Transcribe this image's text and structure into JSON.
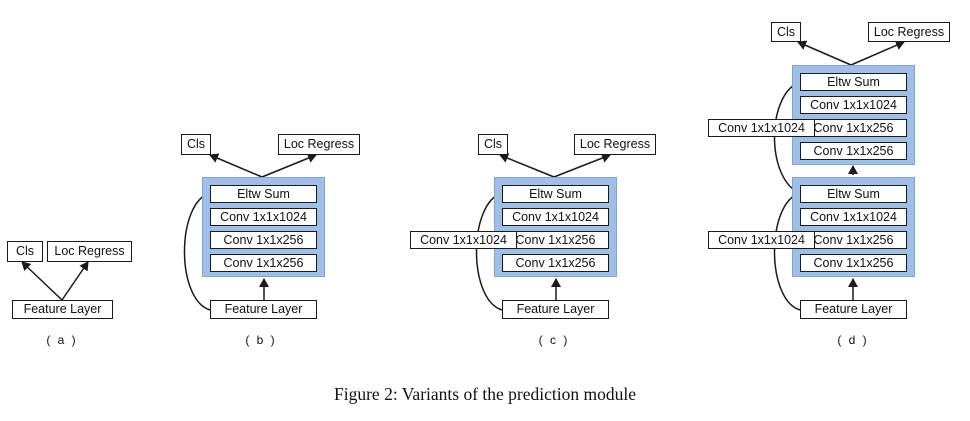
{
  "labels": {
    "cls": "Cls",
    "loc_regress": "Loc Regress",
    "feature_layer": "Feature Layer",
    "eltw_sum": "Eltw Sum",
    "conv_1024": "Conv 1x1x1024",
    "conv_256": "Conv 1x1x256"
  },
  "subfigures": [
    "( a )",
    "( b )",
    "( c )",
    "( d )"
  ],
  "caption": "Figure 2: Variants of the prediction module",
  "colors": {
    "block_fill": "#9fbfe6",
    "stroke": "#1a1a1a"
  }
}
